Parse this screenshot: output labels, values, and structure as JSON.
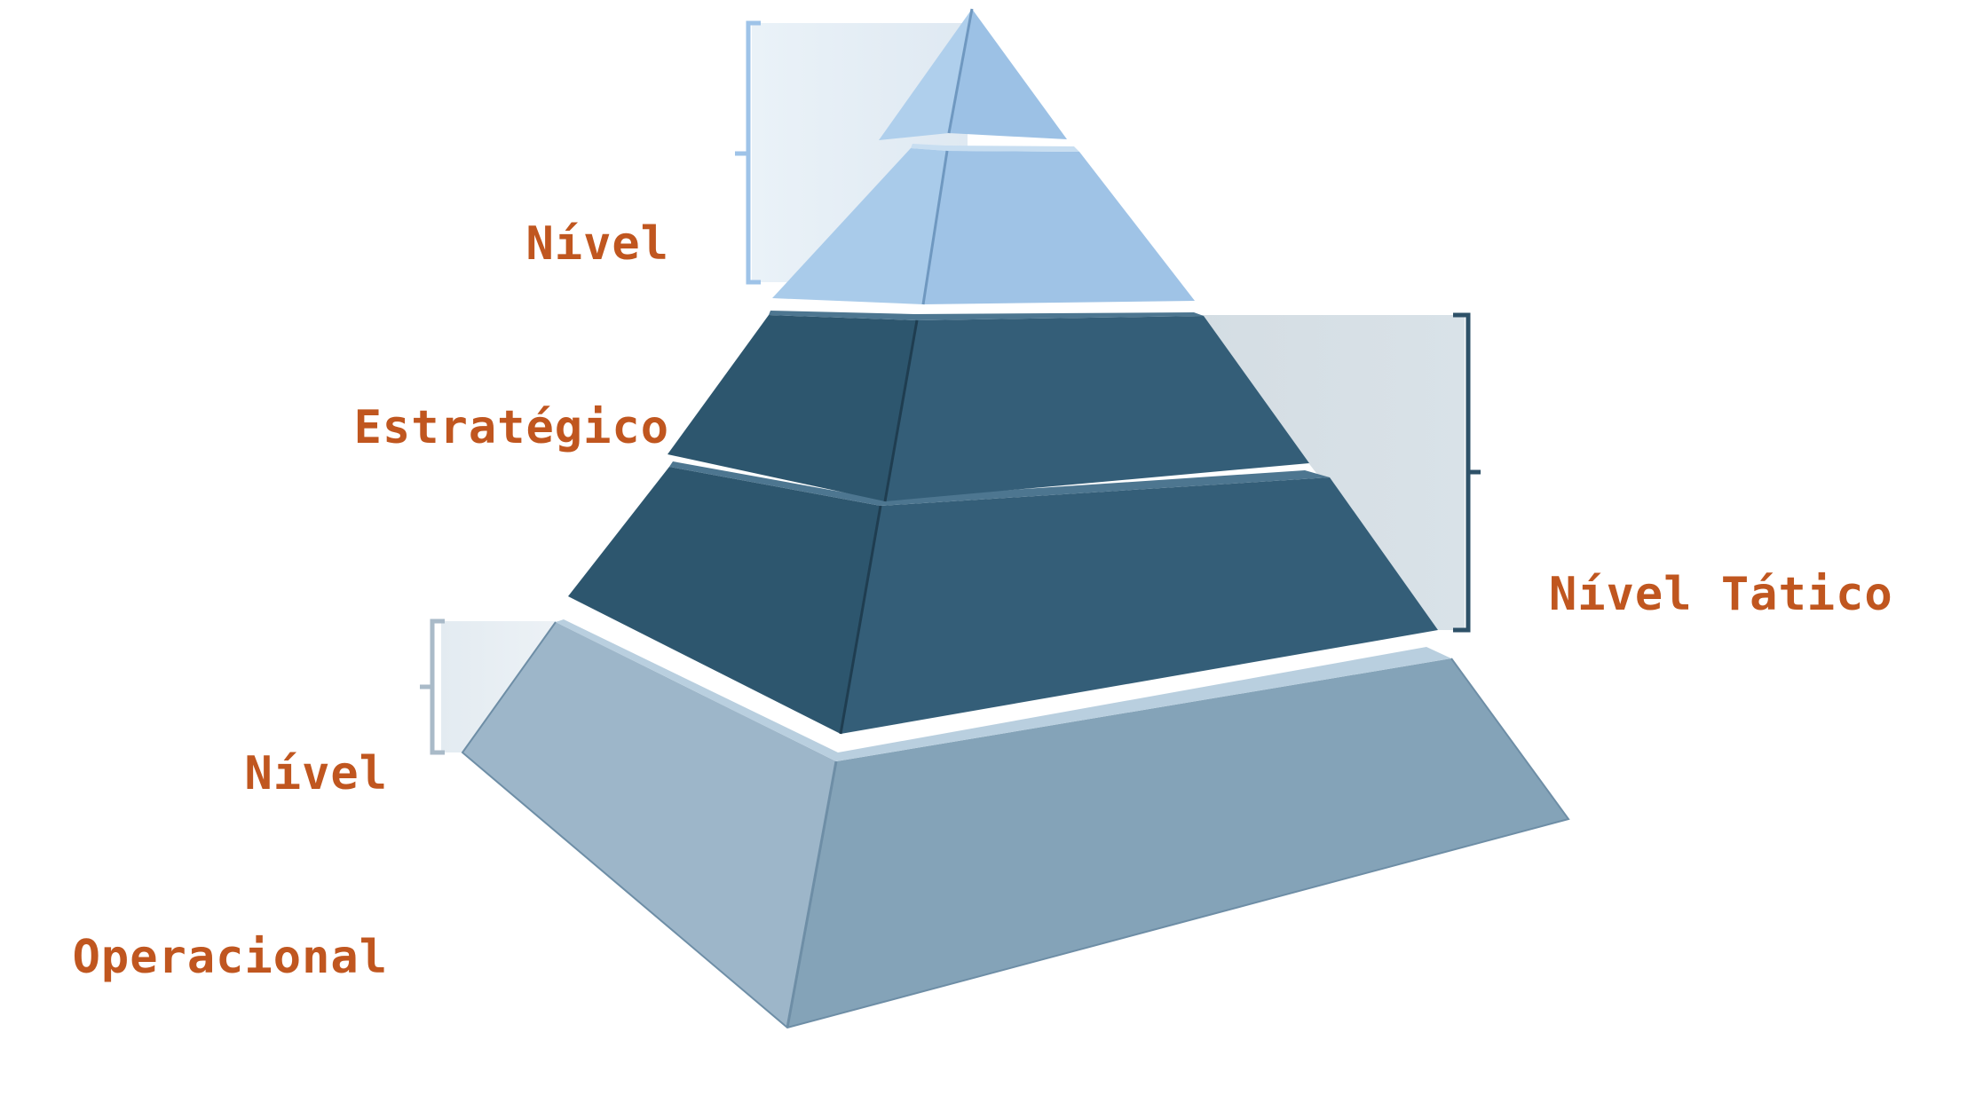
{
  "colors": {
    "label": "#c0561f",
    "strategic": "#9ec3e8",
    "tactical": "#335d75",
    "operational": "#82a3ba",
    "bracket_light": "#9ec3e8",
    "bracket_dark": "#2e5168",
    "bracket_gray": "#a9bac8"
  },
  "levels": {
    "strategic": {
      "line1": "Nível",
      "line2": "Estratégico",
      "tiers": 2
    },
    "tactical": {
      "line1": "Nível Tático",
      "tiers": 2
    },
    "operational": {
      "line1": "Nível",
      "line2": "Operacional",
      "tiers": 1
    }
  }
}
